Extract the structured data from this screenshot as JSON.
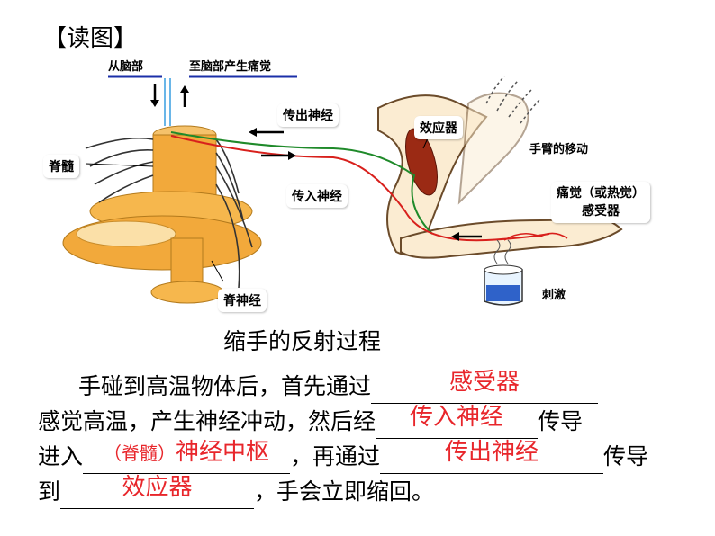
{
  "header": {
    "title": "【读图】"
  },
  "figure": {
    "labels": {
      "from_brain": "从脑部",
      "to_brain": "至脑部产生痛觉",
      "efferent": "传出神经",
      "effector": "效应器",
      "arm_move": "手臂的移动",
      "spinal_cord": "脊髓",
      "afferent": "传入神经",
      "receptor_line1": "痛觉（或热觉）",
      "receptor_line2": "感受器",
      "spinal_nerve": "脊神经",
      "stimulus": "刺激"
    },
    "caption": "缩手的反射过程"
  },
  "paragraph": {
    "line1_prefix": "手碰到高温物体后，首先通过",
    "answer1": "感受器",
    "line2_prefix": "感觉高温，产生神经冲动，然后经",
    "answer2": "传入神经",
    "line2_suffix": "传导",
    "line3_prefix": "进入",
    "answer3_small": "（脊髓）",
    "answer3_main": "神经中枢",
    "line3_mid": "，再通过",
    "answer4": "传出神经",
    "line3_suffix": "传导",
    "line4_prefix": "到",
    "answer5": "效应器",
    "line4_suffix": "，手会立即缩回。"
  },
  "colors": {
    "answer": "#e8262b",
    "nerve_red": "#d8201c",
    "nerve_green": "#1f8a2a",
    "bone": "#f2a93b",
    "underline_blue": "#1b2fa8"
  }
}
